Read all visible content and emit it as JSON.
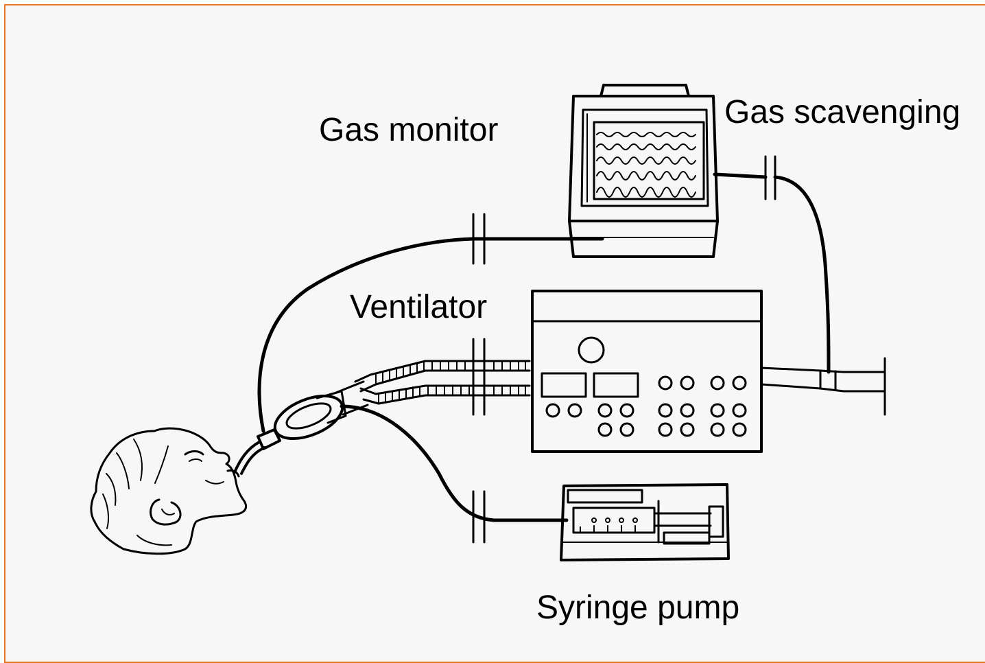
{
  "labels": {
    "gas_monitor": "Gas monitor",
    "gas_scavenging": "Gas scavenging",
    "ventilator": "Ventilator",
    "syringe_pump": "Syringe pump"
  },
  "colors": {
    "frame_border": "#e87722",
    "background": "#f7f7f7",
    "ink": "#000000"
  }
}
